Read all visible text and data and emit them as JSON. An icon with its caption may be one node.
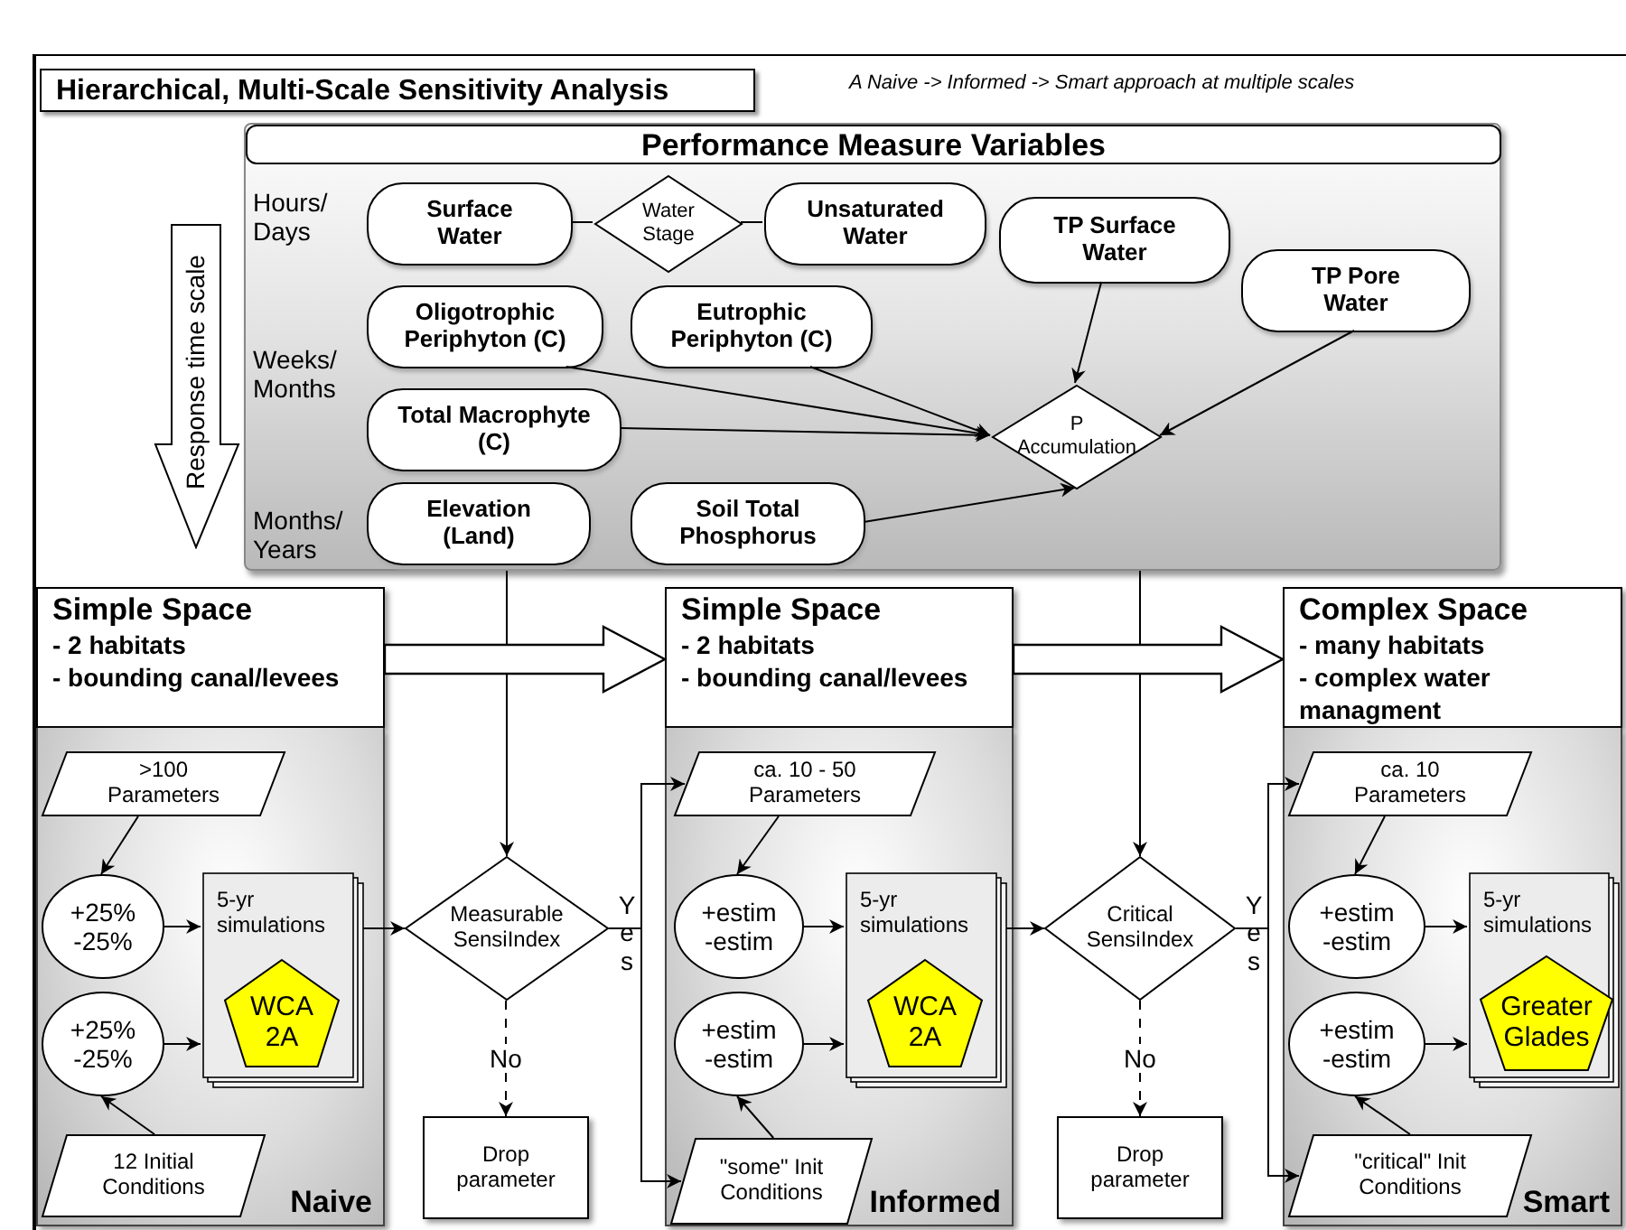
{
  "diagram": {
    "title": "Hierarchical, Multi-Scale Sensitivity Analysis",
    "nodes": [
      {
        "text": [
          "Performance Measure Variables"
        ]
      },
      {
        "text": [
          "Surface Water"
        ],
        "in": 0
      },
      {
        "text": [
          "Water Stage"
        ],
        "in": 0
      },
      {
        "text": [
          "Unsaturated Water"
        ],
        "in": 0
      },
      {
        "text": [
          "TP Surface Water"
        ],
        "in": 0
      },
      {
        "text": [
          "TP Pore Water"
        ],
        "in": 0
      },
      {
        "text": [
          "Oligotrophic Periphyton (C)"
        ],
        "in": 0
      },
      {
        "text": [
          "Eutrophic Periphyton (C)"
        ],
        "in": 0
      },
      {
        "text": [
          "Total Macrophyte (C)"
        ],
        "in": 0
      },
      {
        "text": [
          "P Accumulation"
        ],
        "in": 0
      },
      {
        "text": [
          "Elevation (Land)"
        ],
        "in": 0
      },
      {
        "text": [
          "Soil Total Phosphorus"
        ],
        "in": 0
      },
      {
        "text": [
          "Simple Space",
          "- 2 habitats",
          "- bounding canal/levees"
        ]
      },
      {
        "text": [
          "Naive"
        ]
      },
      {
        "text": [
          ">100 Parameters"
        ],
        "in": 13
      },
      {
        "text": [
          "+25% -25%"
        ],
        "in": 13
      },
      {
        "text": [
          "+25% -25%"
        ],
        "in": 13
      },
      {
        "text": [
          "12 Initial Conditions"
        ],
        "in": 13
      },
      {
        "text": [
          "5-yr simulations"
        ],
        "in": 13
      },
      {
        "text": [
          "WCA 2A"
        ],
        "in": 18
      },
      {
        "text": [
          "Measurable SensiIndex"
        ]
      },
      {
        "text": [
          "Drop parameter"
        ]
      },
      {
        "text": [
          "Simple Space",
          "- 2 habitats",
          "- bounding canal/levees"
        ]
      },
      {
        "text": [
          "Informed"
        ]
      },
      {
        "text": [
          "ca. 10 - 50 Parameters"
        ],
        "in": 23
      },
      {
        "text": [
          "+estim -estim"
        ],
        "in": 23
      },
      {
        "text": [
          "+estim -estim"
        ],
        "in": 23
      },
      {
        "text": [
          "\"some\" Init Conditions"
        ],
        "in": 23
      },
      {
        "text": [
          "5-yr simulations"
        ],
        "in": 23
      },
      {
        "text": [
          "WCA 2A"
        ],
        "in": 28
      },
      {
        "text": [
          "Critical SensiIndex"
        ]
      },
      {
        "text": [
          "Drop parameter"
        ]
      },
      {
        "text": [
          "Complex Space",
          "- many habitats",
          "- complex water managment"
        ]
      },
      {
        "text": [
          "Smart"
        ]
      },
      {
        "text": [
          "ca. 10 Parameters"
        ],
        "in": 33
      },
      {
        "text": [
          "+estim -estim"
        ],
        "in": 33
      },
      {
        "text": [
          "+estim -estim"
        ],
        "in": 33
      },
      {
        "text": [
          "\"critical\" Init Conditions"
        ],
        "in": 33
      },
      {
        "text": [
          "5-yr simulations"
        ],
        "in": 33
      },
      {
        "text": [
          "Greater Glades"
        ],
        "in": 38
      }
    ],
    "edges": [
      {
        "from": 1,
        "to": 2,
        "arrow": "none"
      },
      {
        "from": 2,
        "to": 3,
        "arrow": "none"
      },
      {
        "from": 4,
        "to": 9,
        "arrow": "to"
      },
      {
        "from": 5,
        "to": 9,
        "arrow": "to"
      },
      {
        "from": 6,
        "to": 9,
        "arrow": "to"
      },
      {
        "from": 7,
        "to": 9,
        "arrow": "to"
      },
      {
        "from": 8,
        "to": 9,
        "arrow": "to"
      },
      {
        "from": 11,
        "to": 9,
        "arrow": "to"
      },
      {
        "from": 0,
        "to": 20,
        "arrow": "to"
      },
      {
        "from": 0,
        "to": 30,
        "arrow": "to"
      },
      {
        "from": 12,
        "to": 22,
        "arrow": "to",
        "style": "thick"
      },
      {
        "from": 22,
        "to": 32,
        "arrow": "to",
        "style": "thick"
      },
      {
        "from": 14,
        "to": 15,
        "arrow": "to"
      },
      {
        "from": 17,
        "to": 16,
        "arrow": "to"
      },
      {
        "from": 15,
        "to": 18,
        "arrow": "to"
      },
      {
        "from": 16,
        "to": 18,
        "arrow": "to"
      },
      {
        "from": 18,
        "to": 20,
        "arrow": "to"
      },
      {
        "from": 20,
        "to": 21,
        "arrow": "to",
        "label": "No",
        "style": "dashed"
      },
      {
        "from": 20,
        "to": 24,
        "arrow": "to",
        "label": "Yes"
      },
      {
        "from": 20,
        "to": 27,
        "arrow": "to"
      },
      {
        "from": 24,
        "to": 25,
        "arrow": "to"
      },
      {
        "from": 27,
        "to": 26,
        "arrow": "to"
      },
      {
        "from": 25,
        "to": 28,
        "arrow": "to"
      },
      {
        "from": 26,
        "to": 28,
        "arrow": "to"
      },
      {
        "from": 28,
        "to": 30,
        "arrow": "to"
      },
      {
        "from": 30,
        "to": 31,
        "arrow": "to",
        "label": "No",
        "style": "dashed"
      },
      {
        "from": 30,
        "to": 34,
        "arrow": "to",
        "label": "Yes"
      },
      {
        "from": 30,
        "to": 37,
        "arrow": "to"
      },
      {
        "from": 34,
        "to": 35,
        "arrow": "to"
      },
      {
        "from": 37,
        "to": 36,
        "arrow": "to"
      },
      {
        "from": 35,
        "to": 38,
        "arrow": "to"
      },
      {
        "from": 36,
        "to": 38,
        "arrow": "to"
      }
    ],
    "labels": [
      "A Naive -> Informed -> Smart approach at multiple scales",
      "Response time scale",
      "Hours/ Days",
      "Weeks/ Months",
      "Months/ Years"
    ]
  }
}
